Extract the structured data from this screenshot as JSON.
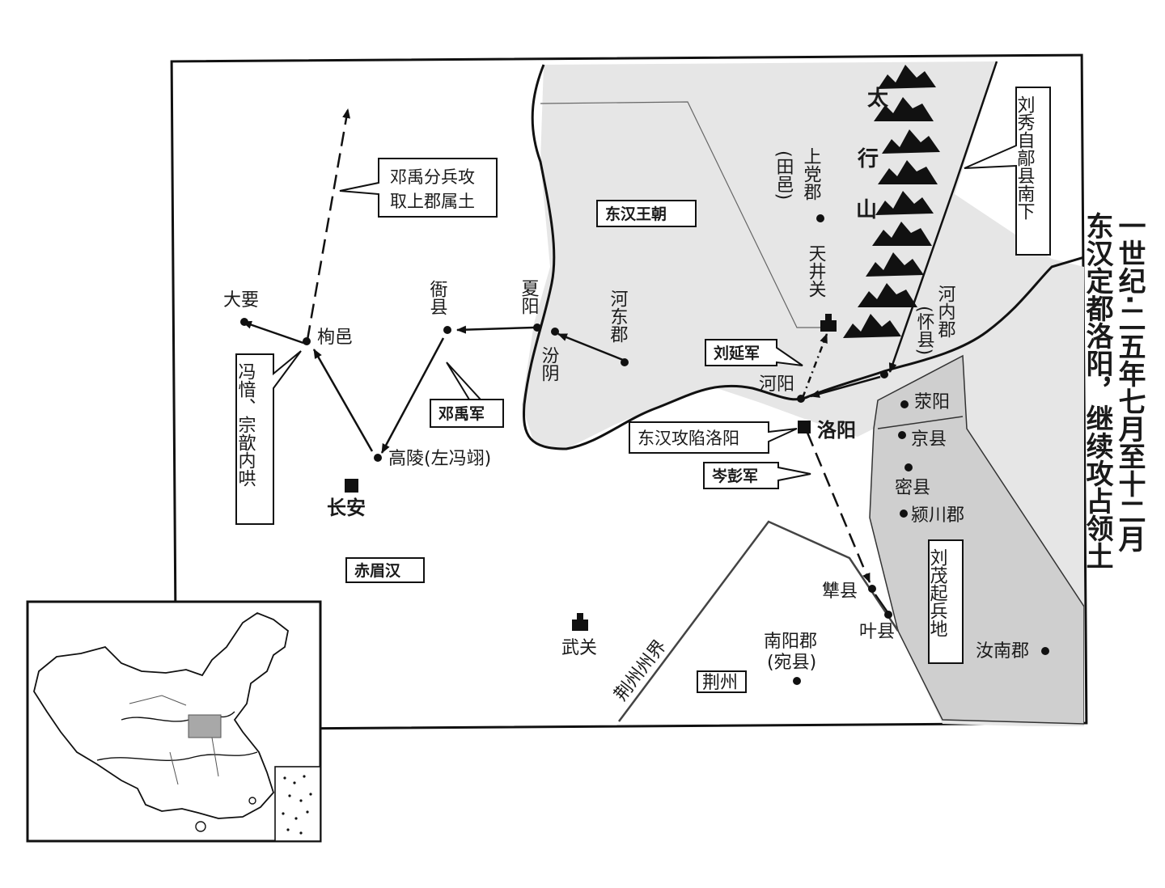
{
  "map": {
    "title_line1": "一世纪·二五年七月至十二月",
    "title_line2": "东汉定都洛阳，继续攻占领土",
    "regions": {
      "dong_han": "东汉王朝",
      "chi_mei": "赤眉汉",
      "jingzhou": "荆州",
      "jingzhou_border": "荆州州界"
    },
    "mountain": [
      "太",
      "行",
      "山"
    ],
    "places": {
      "shangdang": "上党郡",
      "tianyi": "(田邑)",
      "tianjing": "天井关",
      "henei": "河内郡",
      "huaixian": "(怀县)",
      "heyang": "河阳",
      "luoyang": "洛阳",
      "xingyang": "荥阳",
      "jingxian": "京县",
      "mixian": "密县",
      "yingchuan": "颍川郡",
      "hedong": "河东郡",
      "xiayang": "夏阳",
      "fenyin": "汾阴",
      "yaxian": "衙县",
      "xunyi": "栒邑",
      "dayao": "大要",
      "gaoling": "高陵(左冯翊)",
      "changan": "长安",
      "wuguan": "武关",
      "nanyang": "南阳郡",
      "wanxian": "(宛县)",
      "zhuxian": "犨县",
      "yexian": "叶县",
      "runan": "汝南郡"
    },
    "callouts": {
      "deng_yu_line1": "邓禹分兵攻",
      "deng_yu_line2": "取上郡属土",
      "liu_xiu": "刘秀自鄗县南下",
      "liu_yan": "刘延军",
      "deng_yu_army": "邓禹军",
      "capture_luoyang": "东汉攻陷洛阳",
      "cen_peng": "岑彭军",
      "feng_yin": "冯愔、宗歆内哄",
      "liu_mao": "刘茂起兵地"
    },
    "colors": {
      "dong_han_fill": "#e6e6e6",
      "liu_mao_fill": "#cfcfcf",
      "ink": "#111111",
      "inset_highlight": "#a8a8a8"
    }
  }
}
